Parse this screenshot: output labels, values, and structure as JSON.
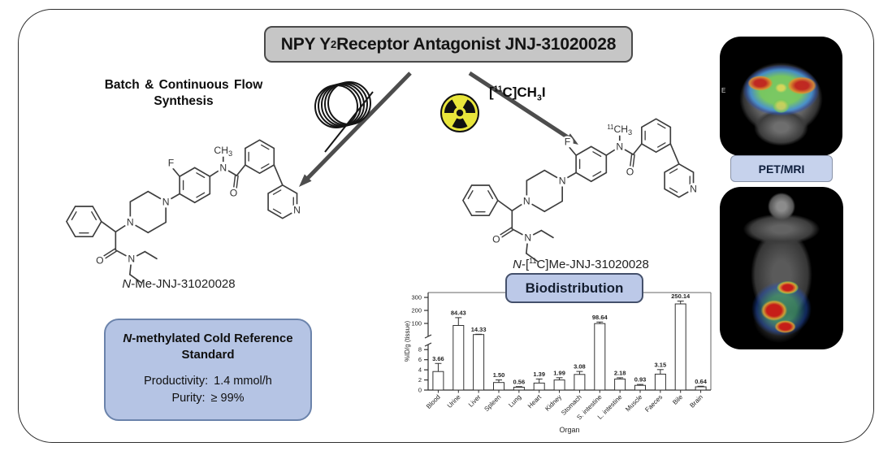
{
  "title": {
    "pre": "NPY Y",
    "sub": "2",
    "post": " Receptor Antagonist JNJ-31020028"
  },
  "left_panel": {
    "heading_line1": "Batch & Continuous Flow",
    "heading_line2": "Synthesis",
    "structure_name": {
      "italic": "N",
      "rest": "-Me-JNJ-31020028"
    },
    "info_box": {
      "title_italic": "N",
      "title_rest": "-methylated  Cold Reference Standard",
      "productivity_label": "Productivity:",
      "productivity_value": "1.4 mmol/h",
      "purity_label": "Purity:",
      "purity_value": "≥ 99%"
    }
  },
  "reaction": {
    "reagent": {
      "pre": "[",
      "sup": "11",
      "mid": "C]CH",
      "sub": "3",
      "post": "I"
    }
  },
  "right_panel": {
    "structure_name": {
      "italic": "N",
      "mid": "-[",
      "sup": "11",
      "rest": "C]Me-JNJ-31020028"
    },
    "biodistribution_label": "Biodistribution"
  },
  "molecule": {
    "atom_n": "N",
    "atom_o": "O",
    "atom_f": "F",
    "methyl_left": {
      "sup": "",
      "main": "CH",
      "sub": "3"
    },
    "methyl_right": {
      "sup": "11",
      "main": "CH",
      "sub": "3"
    }
  },
  "imaging": {
    "label": "PET/MRI",
    "edge_letter": "E"
  },
  "chart_data": {
    "type": "bar",
    "title": "Biodistribution",
    "xlabel": "Organ",
    "ylabel": "%ID/g (tissue)",
    "categories": [
      "Blood",
      "Urine",
      "Liver",
      "Spleen",
      "Lung",
      "Heart",
      "Kidney",
      "Stomach",
      "S. intestine",
      "L. intestine",
      "Muscle",
      "Faeces",
      "Bile",
      "Brain"
    ],
    "values": [
      3.66,
      84.43,
      14.33,
      1.5,
      0.56,
      1.39,
      1.99,
      3.08,
      98.64,
      2.18,
      0.93,
      3.15,
      250.14,
      0.64
    ],
    "value_labels": [
      "3.66",
      "84.43",
      "14.33",
      "1.50",
      "0.56",
      "1.39",
      "1.99",
      "3.08",
      "98.64",
      "2.18",
      "0.93",
      "3.15",
      "250.14",
      "0.64"
    ],
    "errors": [
      1.6,
      60,
      2.5,
      0.5,
      0.12,
      0.8,
      0.45,
      0.6,
      12,
      0.25,
      0.18,
      0.9,
      22,
      0.12
    ],
    "axis_break": {
      "lower_ticks": [
        0,
        2,
        4,
        6,
        8
      ],
      "upper_ticks": [
        100,
        200,
        300
      ],
      "lower_max": 9
    },
    "grid": false,
    "legend": "none",
    "bar_fill": "#ffffff",
    "bar_stroke": "#333333"
  },
  "colors": {
    "title_box_bg": "#c6c6c6",
    "title_box_border": "#4a4a4a",
    "blue_box_bg": "#b5c4e4",
    "blue_box_border": "#6b83ab",
    "biodist_bg": "#bcc9e8",
    "arrow": "#4d4d4d",
    "radiation_yellow": "#e9e63b",
    "scan_bg": "#000000"
  }
}
